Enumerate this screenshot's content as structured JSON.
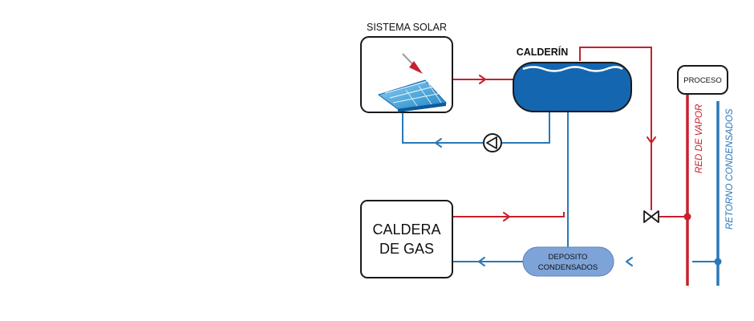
{
  "diagram": {
    "solar_system_label": "SISTEMA SOLAR",
    "calderin_label": "CALDERÍN",
    "process_label": "PROCESO",
    "gas_boiler_label_line1": "CALDERA",
    "gas_boiler_label_line2": "DE GAS",
    "condensate_tank_line1": "DEPOSITO",
    "condensate_tank_line2": "CONDENSADOS",
    "steam_network_label": "RED DE VAPOR",
    "condensate_return_label": "RETORNO CONDENSADOS"
  },
  "colors": {
    "steam_red": "#c8202e",
    "return_blue": "#2a78b8",
    "tank_blue": "#1466b0",
    "tank_light": "#7ea3d8",
    "outline": "#1a1a1a"
  },
  "icons": {
    "pump": "pump-icon",
    "valve": "valve-icon",
    "solar_panel": "solar-collector-icon"
  }
}
